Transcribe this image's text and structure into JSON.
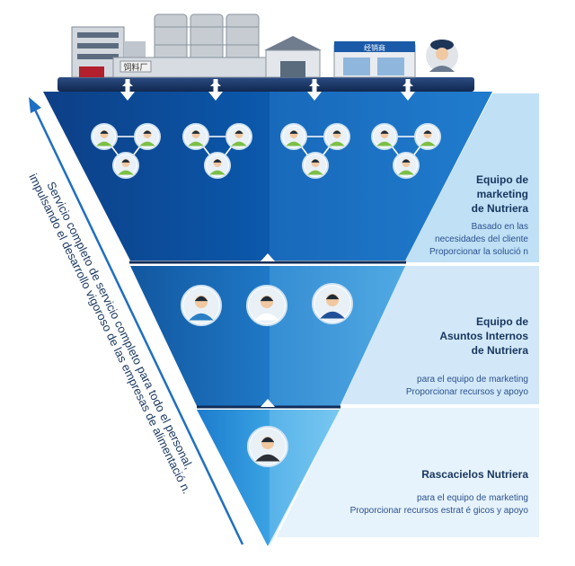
{
  "factory_sign": "饲料厂",
  "dealer_sign": "经销商",
  "side_caption": {
    "line1": "Servicio completo de servicio completo para todo el personal,",
    "line2": "impulsando el desarrollo vigoroso de las empresas de alimentació n."
  },
  "tiers": [
    {
      "title_lines": [
        "Equipo de",
        "marketing",
        "de Nutriera"
      ],
      "desc_lines": [
        "Basado en las",
        "necesidades del cliente",
        "Proporcionar la solució n"
      ]
    },
    {
      "title_lines": [
        "Equipo de",
        "Asuntos Internos",
        "de  Nutriera"
      ],
      "desc_lines": [
        "para el equipo de marketing",
        "Proporcionar recursos y apoyo"
      ]
    },
    {
      "title_lines": [
        "Rascacielos  Nutriera"
      ],
      "desc_lines": [
        "para el equipo de marketing",
        "Proporcionar recursos estrat é gicos y apoyo"
      ]
    }
  ],
  "colors": {
    "tier1_dark": "#0b4fa0",
    "tier2_mid": "#1c78c8",
    "tier3_light": "#3aa7e6",
    "panel1": "#b9dcf3",
    "panel2": "#cfe6f7",
    "panel3": "#e3f1fb",
    "arrow": "#1e6fc2"
  }
}
